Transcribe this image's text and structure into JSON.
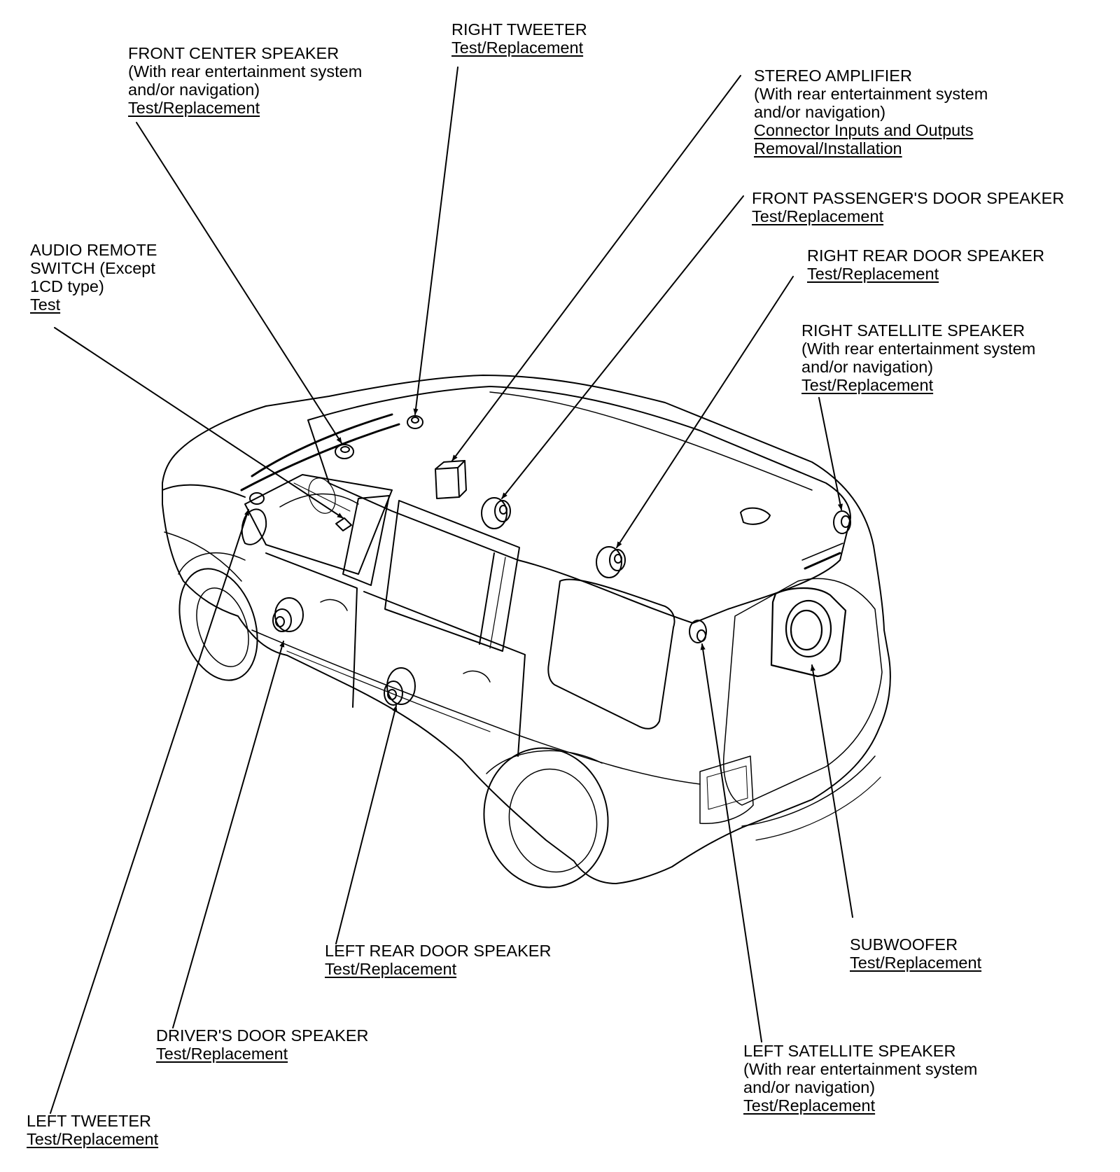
{
  "callouts": {
    "right_tweeter": {
      "title": "RIGHT TWEETER",
      "notes": [],
      "links": [
        "Test/Replacement"
      ]
    },
    "front_center": {
      "title": "FRONT CENTER SPEAKER",
      "notes": [
        "(With rear entertainment system",
        "and/or navigation)"
      ],
      "links": [
        "Test/Replacement"
      ]
    },
    "stereo_amp": {
      "title": "STEREO AMPLIFIER",
      "notes": [
        "(With rear entertainment system",
        "and/or navigation)"
      ],
      "links": [
        "Connector Inputs and Outputs",
        "Removal/Installation"
      ]
    },
    "front_passenger": {
      "title": "FRONT PASSENGER'S DOOR SPEAKER",
      "notes": [],
      "links": [
        "Test/Replacement"
      ]
    },
    "audio_remote": {
      "title": "AUDIO REMOTE",
      "notes": [
        "SWITCH (Except",
        "1CD type)"
      ],
      "links": [
        "Test"
      ]
    },
    "right_rear_door": {
      "title": "RIGHT REAR DOOR SPEAKER",
      "notes": [],
      "links": [
        "Test/Replacement"
      ]
    },
    "right_satellite": {
      "title": "RIGHT SATELLITE SPEAKER",
      "notes": [
        "(With rear entertainment system",
        "and/or navigation)"
      ],
      "links": [
        "Test/Replacement"
      ]
    },
    "left_rear_door": {
      "title": "LEFT REAR DOOR SPEAKER",
      "notes": [],
      "links": [
        "Test/Replacement"
      ]
    },
    "subwoofer": {
      "title": "SUBWOOFER",
      "notes": [],
      "links": [
        "Test/Replacement"
      ]
    },
    "drivers_door": {
      "title": "DRIVER'S DOOR SPEAKER",
      "notes": [],
      "links": [
        "Test/Replacement"
      ]
    },
    "left_satellite": {
      "title": "LEFT SATELLITE SPEAKER",
      "notes": [
        "(With rear entertainment system",
        "and/or navigation)"
      ],
      "links": [
        "Test/Replacement"
      ]
    },
    "left_tweeter": {
      "title": "LEFT TWEETER",
      "notes": [],
      "links": [
        "Test/Replacement"
      ]
    }
  }
}
